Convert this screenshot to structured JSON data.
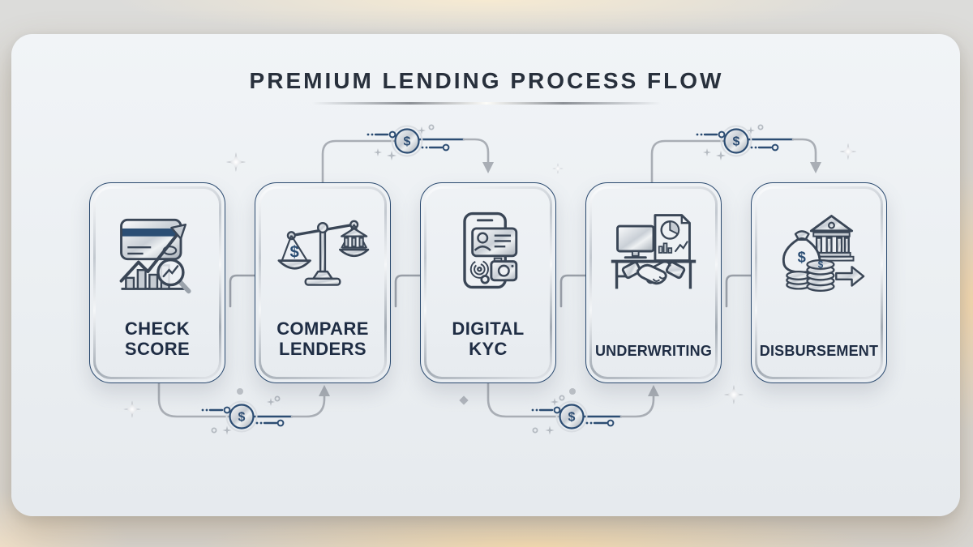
{
  "title": "PREMIUM LENDING PROCESS FLOW",
  "coin_symbol": "$",
  "colors": {
    "navy": "#2b4a6f",
    "connector_gray": "#a9aeb5",
    "silver": "#c3c9d0",
    "title_text": "#28303c",
    "label_text": "#1f2d44",
    "panel_bg": "#eef1f4",
    "warm_glow": "#f6e3bd"
  },
  "steps": [
    {
      "id": "check-score",
      "icon": "credit-score-icon",
      "lines": [
        "CHECK",
        "SCORE"
      ]
    },
    {
      "id": "compare-lenders",
      "icon": "balance-scale-icon",
      "lines": [
        "COMPARE",
        "LENDERS"
      ]
    },
    {
      "id": "digital-kyc",
      "icon": "phone-id-icon",
      "lines": [
        "DIGITAL",
        "KYC"
      ]
    },
    {
      "id": "underwriting",
      "icon": "handshake-desk-icon",
      "lines": [
        "UNDERWRITING"
      ]
    },
    {
      "id": "disbursement",
      "icon": "bank-payout-icon",
      "lines": [
        "DISBURSEMENT"
      ]
    }
  ]
}
